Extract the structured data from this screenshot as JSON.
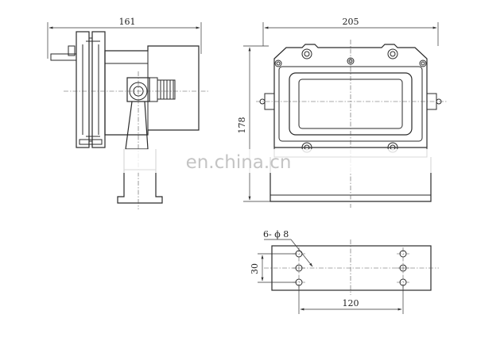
{
  "dimensions": {
    "side_width": "161",
    "front_width": "205",
    "front_height": "178",
    "hole_spec": "6- ϕ 8",
    "hole_pitch_vertical": "30",
    "hole_spacing_horizontal": "120"
  },
  "watermark": {
    "text": "en.china.cn"
  }
}
